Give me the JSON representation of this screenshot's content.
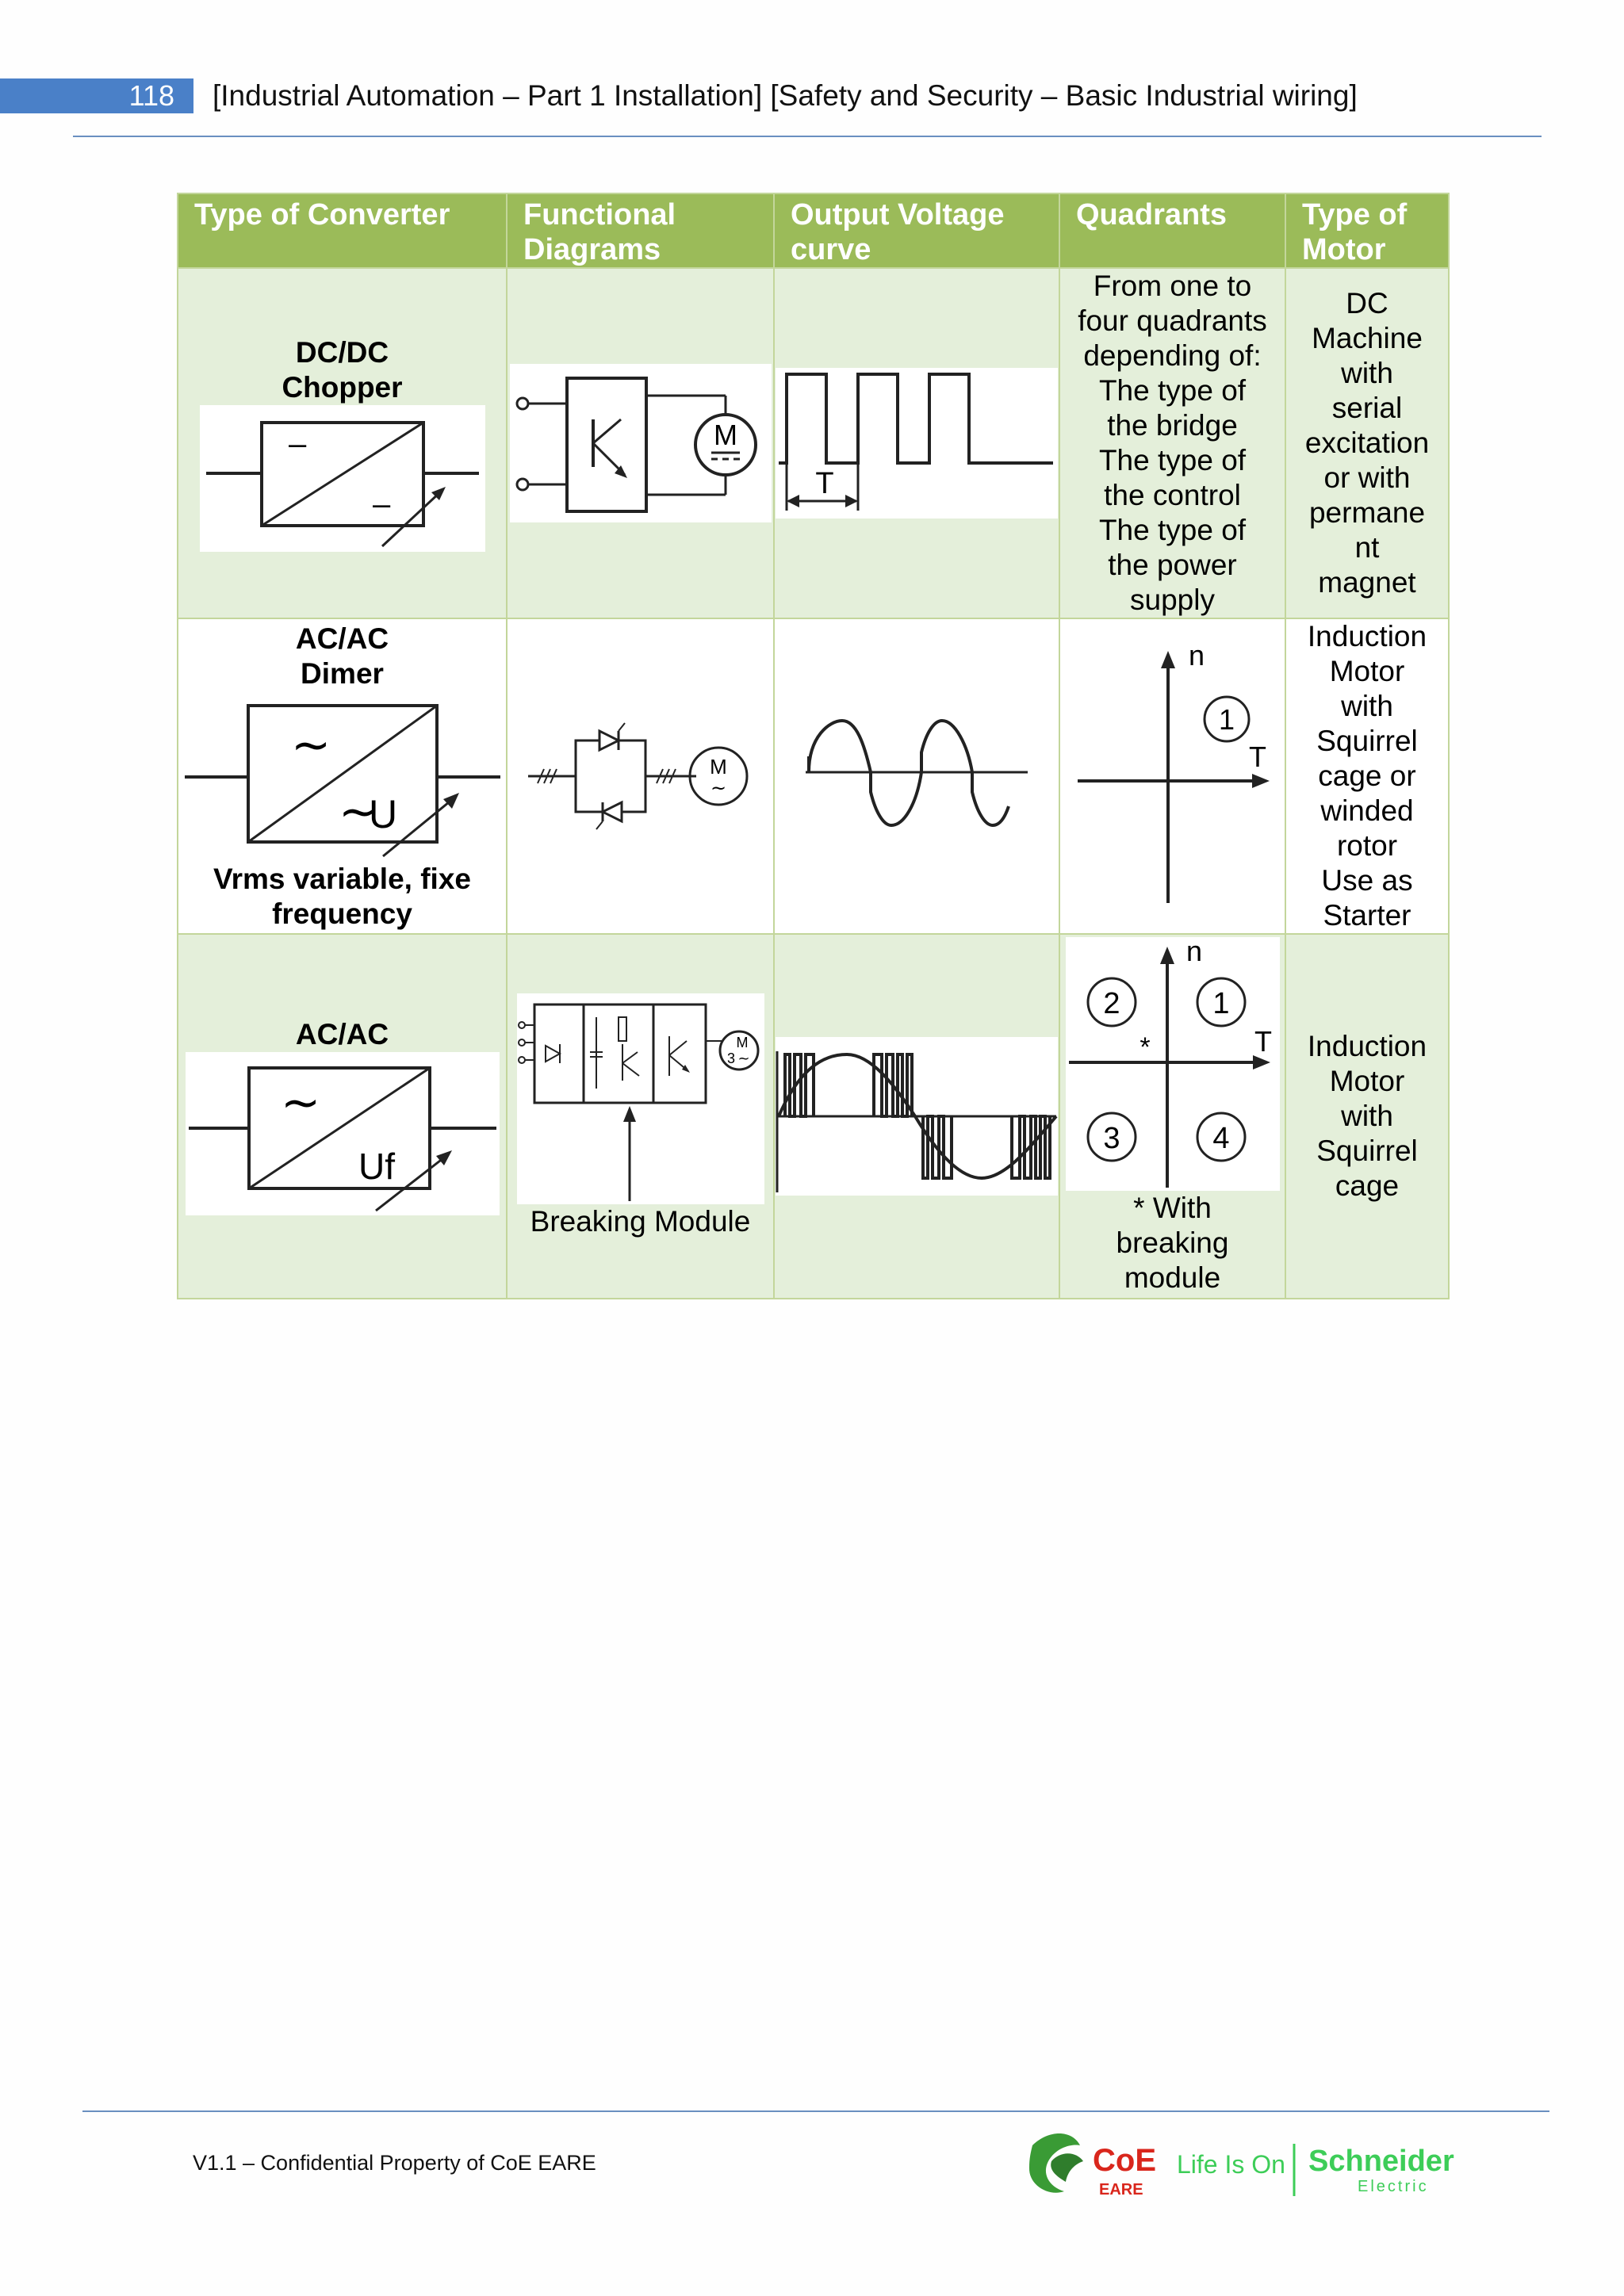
{
  "header": {
    "page_number": "118",
    "title": "[Industrial Automation – Part 1 Installation]  [Safety and Security – Basic Industrial wiring]"
  },
  "table": {
    "columns": [
      "Type of Converter",
      "Functional Diagrams",
      "Output Voltage curve",
      "Quadrants",
      "Type of Motor"
    ],
    "rows": [
      {
        "converter_line1": "DC/DC",
        "converter_line2": "Chopper",
        "quadrants_lines": [
          "From one to",
          "four quadrants",
          "depending of:",
          "The type of",
          "the bridge",
          "The type of",
          "the control",
          "The type of",
          "the power",
          "supply"
        ],
        "motor_lines": [
          "DC",
          "Machine",
          "with",
          "serial",
          "excitation",
          "or with",
          "permane",
          "nt",
          "magnet"
        ]
      },
      {
        "converter_line1": "AC/AC",
        "converter_line2": "Dimer",
        "converter_note_line1": "Vrms variable, fixe",
        "converter_note_line2": "frequency",
        "motor_lines": [
          "Induction",
          "Motor",
          "with",
          "Squirrel",
          "cage or",
          "winded",
          "rotor",
          "Use as",
          "Starter"
        ]
      },
      {
        "converter_line1": "AC/AC",
        "functional_note": "Breaking Module",
        "quadrants_note_lines": [
          "* With",
          "breaking",
          "module"
        ],
        "motor_lines": [
          "Induction",
          "Motor",
          "with",
          "Squirrel",
          "cage"
        ]
      }
    ]
  },
  "diagram_labels": {
    "motor_m": "M",
    "motor_3": "3",
    "period_t": "T",
    "axis_n": "n",
    "axis_torque": "T",
    "q1": "1",
    "q2": "2",
    "q3": "3",
    "q4": "4",
    "star": "*",
    "block_u": "U",
    "block_uf": "Uf",
    "tilde": "~",
    "minus": "–"
  },
  "footer": {
    "text": "V1.1 – Confidential Property of CoE EARE",
    "logo_coe": "CoE",
    "logo_eare": "EARE",
    "logo_tagline": "Life Is On",
    "logo_schneider": "Schneider",
    "logo_electric": "Electric"
  },
  "colors": {
    "header_bar": "#4a80c8",
    "table_header": "#9bbb59",
    "table_band": "#e4efda",
    "schneider_green": "#3dcd58",
    "coe_red": "#d9261c"
  }
}
